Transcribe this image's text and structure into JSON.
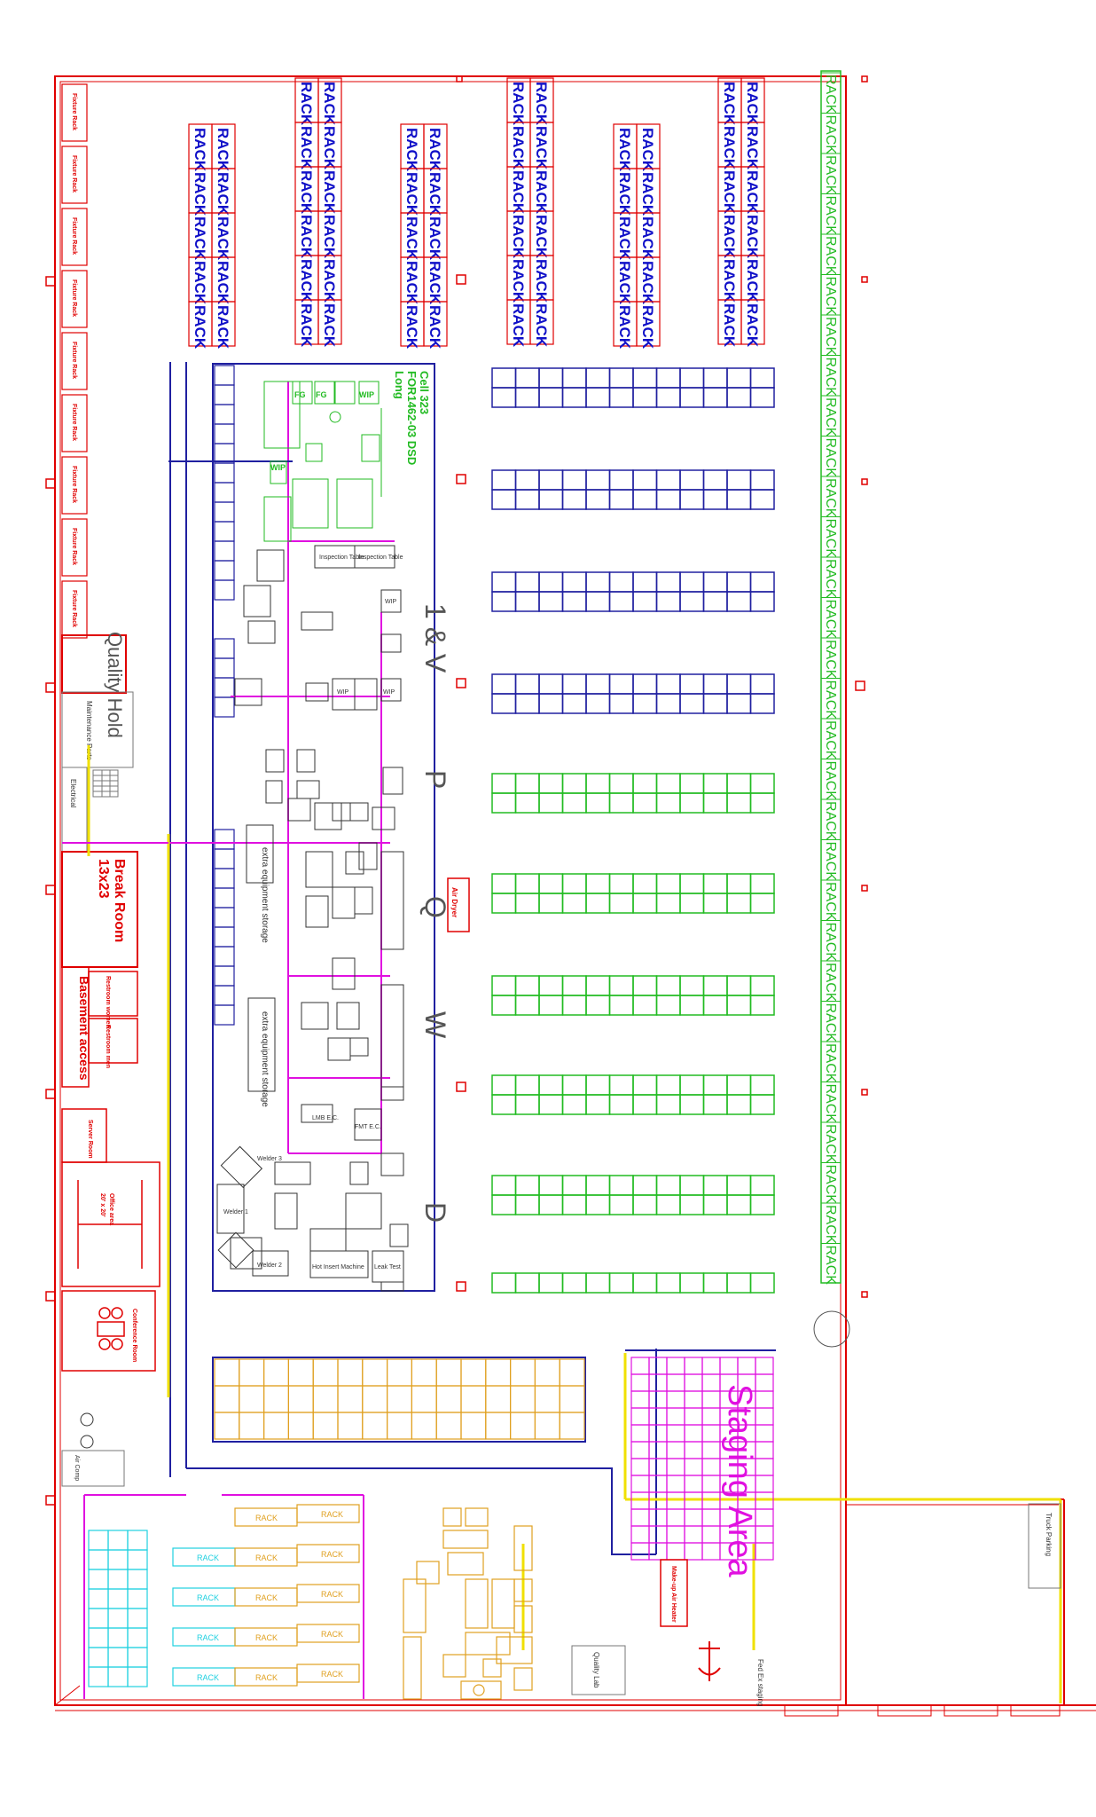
{
  "labels": {
    "rack": "RACK",
    "fixture_rack": "Fixture Rack",
    "quality_hold": "Quality Hold",
    "maintenance_parts": "Maintenance Parts",
    "electrical": "Electrical",
    "break_room": "Break Room",
    "break_room_size": "13x23",
    "restroom_women": "Restroom women",
    "restroom_men": "Restroom men",
    "basement_access": "Basement access",
    "server_room": "Server Room",
    "office_area": "Office area",
    "office_area_size": "20' x 20'",
    "conference_room": "Conference Room",
    "air_comp": "Air Comp",
    "cell_line1": "Cell 323",
    "cell_line2": "FOR1462-03 DSD",
    "cell_line3": "Long",
    "zone_1v": "1 & V",
    "zone_p": "P",
    "zone_q": "Q",
    "zone_w": "W",
    "zone_d": "D",
    "staging_area": "Staging Area",
    "makeup_air_heater": "Make-up Air Heater",
    "quality_lab": "Quality Lab",
    "fed_ex_staging": "Fed Ex staging",
    "truck_parking": "Truck Parking",
    "air_dryer": "Air Dryer"
  },
  "machines": {
    "inspection_table": "Inspection Table",
    "wip": "WIP",
    "fg": "FG",
    "extra_equipment_storage": "extra equipment storage",
    "hot_insert_machine": "Hot Insert Machine",
    "leak_test": "Leak Test",
    "welder_1": "Welder 1",
    "welder_2": "Welder 2",
    "welder_3": "Welder 3",
    "lmb_ec": "LMB E.C.",
    "fmt_ec": "FMT E.C."
  },
  "colors": {
    "wall": "#e00000",
    "rack_text": "#1010c8",
    "green": "#22bb22",
    "magenta": "#e010e0",
    "orange": "#e0a020",
    "cyan": "#20d0e0",
    "yellow": "#f0e000",
    "navy": "#2020a0"
  }
}
